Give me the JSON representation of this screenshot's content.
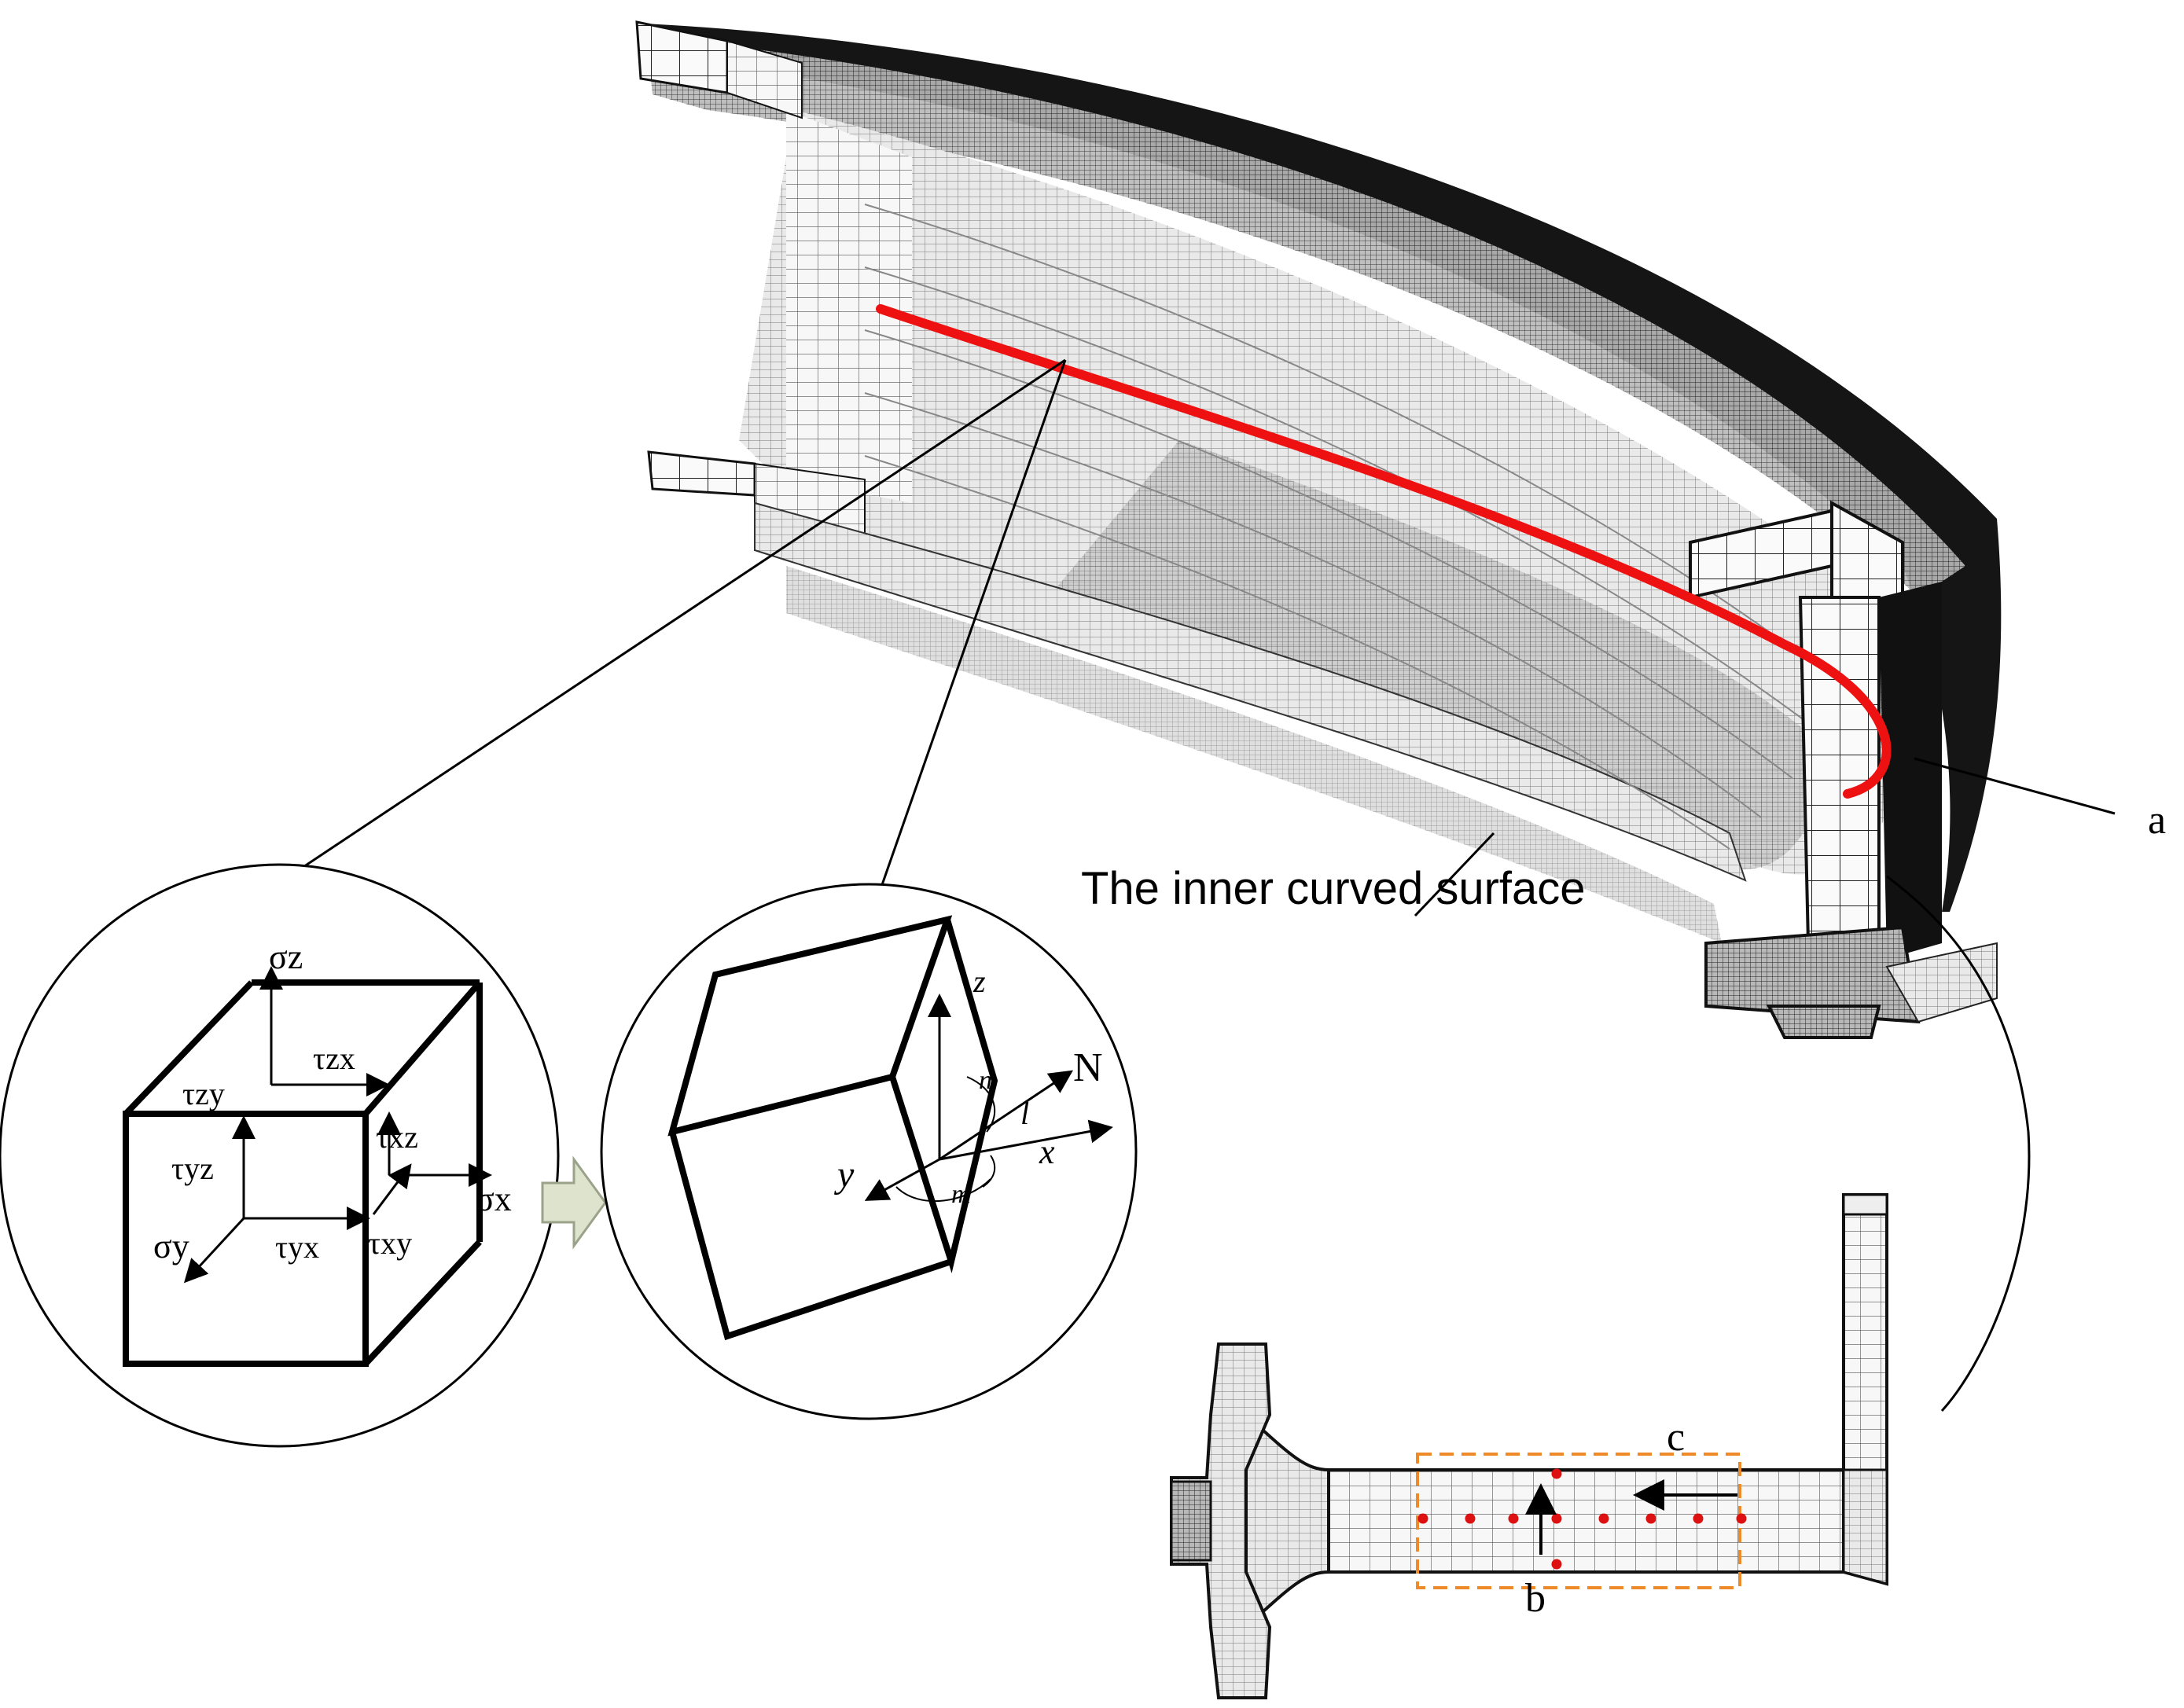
{
  "figure": {
    "annotation_surface": "The inner curved surface",
    "callout_a": "a",
    "callout_b": "b",
    "callout_c": "c"
  },
  "stress_element": {
    "sigma_z": "σz",
    "sigma_x": "σx",
    "sigma_y": "σy",
    "tau_zy": "τzy",
    "tau_zx": "τzx",
    "tau_xz": "τxz",
    "tau_yz": "τyz",
    "tau_yx": "τyx",
    "tau_xy": "τxy"
  },
  "rotated_element": {
    "axis_z": "z",
    "axis_x": "x",
    "axis_y": "y",
    "normal_N": "N",
    "cos_n": "n",
    "cos_l": "l",
    "cos_m": "m"
  },
  "colors": {
    "trace_line": "#ee1111",
    "section_box": "#ee8a2a",
    "node_dot": "#dd1111",
    "arrow_fill": "#dde3cc",
    "mesh_dark": "#111111"
  },
  "icons": [
    "transform-arrow-icon"
  ]
}
